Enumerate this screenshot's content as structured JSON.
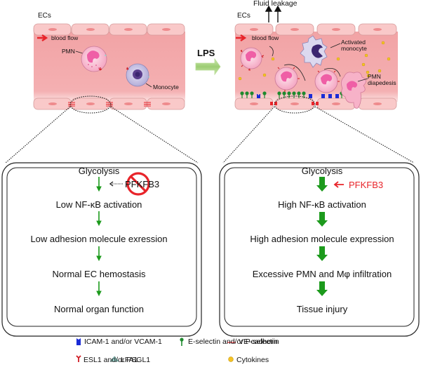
{
  "left_panel": {
    "ecs_label": "ECs",
    "blood_flow_label": "blood flow",
    "pmn_label": "PMN",
    "monocyte_label": "Monocyte"
  },
  "stimulus": {
    "label": "LPS"
  },
  "right_panel": {
    "fluid_leakage_label": "Fluid leakage",
    "ecs_label": "ECs",
    "blood_flow_label": "blood flow",
    "activated_monocyte_label": "Activated monocyte",
    "pmn_diapedesis_label": "PMN diapedesis"
  },
  "left_flow": {
    "steps": [
      "Glycolysis",
      "Low NF-κB activation",
      "Low adhesion molecule exression",
      "Normal EC hemostasis",
      "Normal organ function"
    ],
    "regulator": {
      "label": "PFKFB3",
      "state": "inhibited"
    }
  },
  "right_flow": {
    "steps": [
      "Glycolysis",
      "High NF-κB activation",
      "High adhesion molecule expression",
      "Excessive PMN and Mφ infiltration",
      "Tissue injury"
    ],
    "regulator": {
      "label": "PFKFB3",
      "state": "active"
    }
  },
  "legend": {
    "items": [
      {
        "icon": "icam-vcam-icon",
        "label": "ICAM-1 and/or VCAM-1",
        "color": "#1a2bd6"
      },
      {
        "icon": "selectin-icon",
        "label": "E-selectin and/or P-selectin",
        "color": "#1f8a2e"
      },
      {
        "icon": "ve-cadherin-icon",
        "label": "VE-cadherin",
        "color": "#e8242a"
      },
      {
        "icon": "esl1-psgl1-icon",
        "label": "ESL1 and/or PSGL1",
        "color": "#d01c24"
      },
      {
        "icon": "lfa1-icon",
        "label": "LFA1",
        "color": "#9fd3cc"
      },
      {
        "icon": "cytokine-icon",
        "label": "Cytokines",
        "color": "#f5c325"
      }
    ]
  },
  "colors": {
    "vessel": "#f2a7a8",
    "cell": "#f9c9c9",
    "flow_arrow": "#1c9a1c",
    "inhibit": "#e8242a"
  }
}
